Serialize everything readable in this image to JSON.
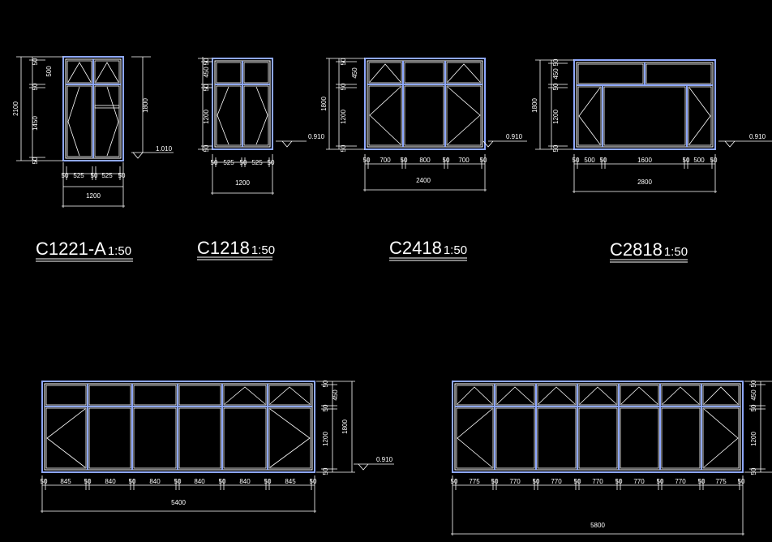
{
  "colors": {
    "background": "#000000",
    "frame": "#8fa8ff",
    "frame_inner": "#ffffff",
    "dimension": "#ffffff"
  },
  "windows": [
    {
      "id": "c1221a",
      "title": "C1221-A",
      "scale": "1:50",
      "dims_v_left": [
        "50",
        "500",
        "50",
        "1450",
        "50"
      ],
      "dim_v_total": "2100",
      "dim_v_right": "1800",
      "sill": "1.010",
      "dims_h": [
        "50",
        "525",
        "50",
        "525",
        "50"
      ],
      "dim_h_total": "1200"
    },
    {
      "id": "c1218",
      "title": "C1218",
      "scale": "1:50",
      "dims_v_left": [
        "50",
        "450",
        "50",
        "1200",
        "50"
      ],
      "sill": "0.910",
      "dims_h": [
        "50",
        "525",
        "50",
        "525",
        "50"
      ],
      "dim_h_total": "1200"
    },
    {
      "id": "c2418",
      "title": "C2418",
      "scale": "1:50",
      "dims_v_left": [
        "50",
        "450",
        "50",
        "1200",
        "50"
      ],
      "dim_v_total": "1800",
      "sill": "0.910",
      "dims_h": [
        "50",
        "700",
        "50",
        "800",
        "50",
        "700",
        "50"
      ],
      "dim_h_total": "2400"
    },
    {
      "id": "c2818",
      "title": "C2818",
      "scale": "1:50",
      "dims_v_left": [
        "50",
        "450",
        "50",
        "1200",
        "50"
      ],
      "dim_v_total": "1800",
      "sill": "0.910",
      "dims_h": [
        "50",
        "500",
        "50",
        "1600",
        "50",
        "500",
        "50"
      ],
      "dim_h_total": "2800"
    },
    {
      "id": "c5418",
      "dims_v_right": [
        "50",
        "450",
        "50",
        "1200",
        "50"
      ],
      "dim_v_total": "1800",
      "sill": "0.910",
      "dims_h": [
        "50",
        "845",
        "50",
        "840",
        "50",
        "840",
        "50",
        "840",
        "50",
        "840",
        "50",
        "845",
        "50"
      ],
      "dim_h_total": "5400"
    },
    {
      "id": "c5818",
      "dims_v_right": [
        "50",
        "450",
        "50",
        "1200",
        "50"
      ],
      "dims_h": [
        "50",
        "775",
        "50",
        "770",
        "50",
        "770",
        "50",
        "770",
        "50",
        "770",
        "50",
        "770",
        "50",
        "775",
        "50"
      ],
      "dim_h_total": "5800"
    }
  ]
}
